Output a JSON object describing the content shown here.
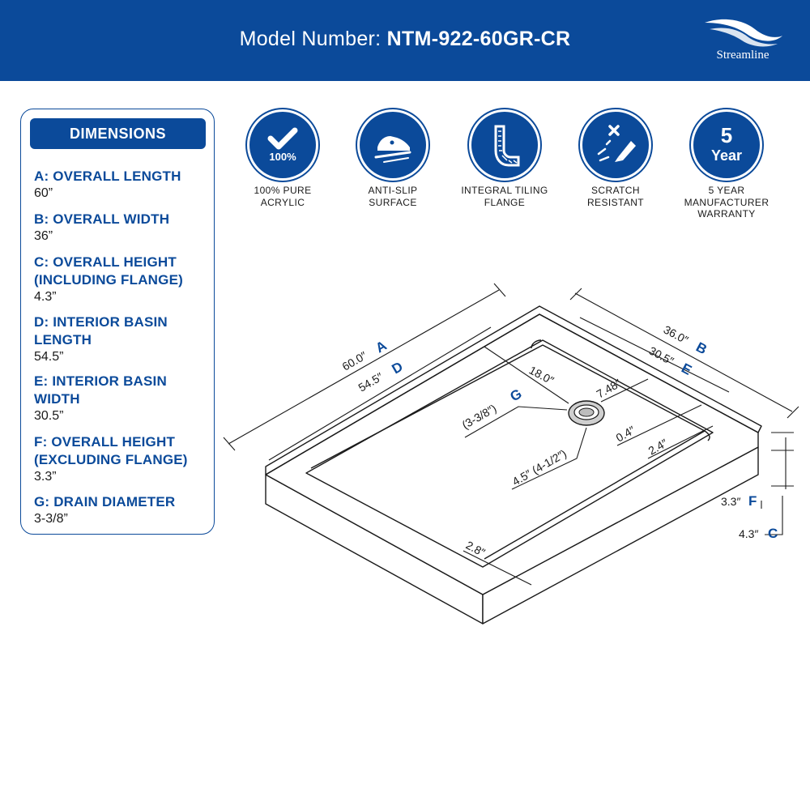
{
  "header": {
    "model_prefix": "Model Number: ",
    "model_number": "NTM-922-60GR-CR",
    "brand": "Streamline"
  },
  "dimensions_panel": {
    "title": "DIMENSIONS",
    "items": [
      {
        "label": "A: OVERALL LENGTH",
        "value": "60”"
      },
      {
        "label": "B: OVERALL WIDTH",
        "value": "36”"
      },
      {
        "label": "C: OVERALL HEIGHT (INCLUDING FLANGE)",
        "value": "4.3”"
      },
      {
        "label": "D: INTERIOR BASIN LENGTH",
        "value": "54.5”"
      },
      {
        "label": "E: INTERIOR BASIN WIDTH",
        "value": "30.5”"
      },
      {
        "label": "F: OVERALL HEIGHT (EXCLUDING FLANGE)",
        "value": "3.3”"
      },
      {
        "label": "G: DRAIN DIAMETER",
        "value": "3-3/8”"
      }
    ]
  },
  "features": [
    {
      "icon": "check-badge-icon",
      "badge_text": "100%",
      "label": "100% PURE ACRYLIC"
    },
    {
      "icon": "anti-slip-shoe-icon",
      "label": "ANTI-SLIP SURFACE"
    },
    {
      "icon": "tiling-flange-icon",
      "label": "INTEGRAL TILING FLANGE"
    },
    {
      "icon": "scratch-resistant-icon",
      "label": "SCRATCH RESISTANT"
    },
    {
      "icon": "warranty-badge-icon",
      "badge_number": "5",
      "badge_word": "Year",
      "label": "5 YEAR MANUFACTURER WARRANTY"
    }
  ],
  "diagram": {
    "a_value": "60.0″",
    "a_letter": "A",
    "d_value": "54.5″",
    "d_letter": "D",
    "b_value": "36.0″",
    "b_letter": "B",
    "e_value": "30.5″",
    "e_letter": "E",
    "g_value": "(3-3/8″)",
    "g_letter": "G",
    "drain_offset_long": "18.0″",
    "drain_offset_short": "7.48″",
    "drain_position": "4.5″ (4-1/2″)",
    "rim_inner": "0.4″",
    "rim_outer": "2.4″",
    "front_rim": "2.8″",
    "f_value": "3.3″",
    "f_letter": "F",
    "c_value": "4.3″",
    "c_letter": "C"
  },
  "colors": {
    "brand_blue": "#0b4a9a"
  }
}
